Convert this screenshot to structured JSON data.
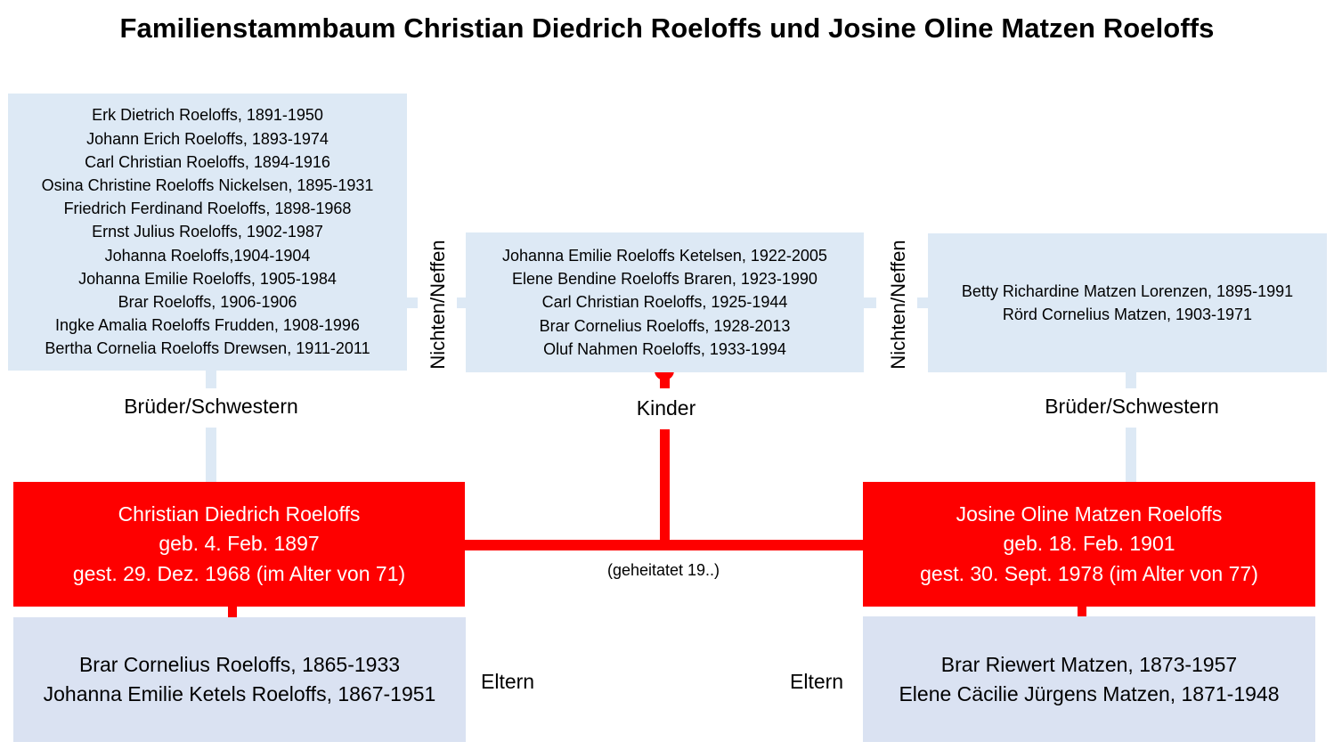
{
  "title": "Familienstammbaum Christian Diedrich Roeloffs und Josine Oline Matzen Roeloffs",
  "left_siblings": {
    "label": "Brüder/Schwestern",
    "names": [
      "Erk Dietrich Roeloffs, 1891-1950",
      "Johann Erich Roeloffs, 1893-1974",
      "Carl Christian Roeloffs, 1894-1916",
      "Osina Christine Roeloffs Nickelsen, 1895-1931",
      "Friedrich Ferdinand Roeloffs, 1898-1968",
      "Ernst Julius Roeloffs, 1902-1987",
      "Johanna Roeloffs,1904-1904",
      "Johanna Emilie Roeloffs, 1905-1984",
      "Brar Roeloffs, 1906-1906",
      "Ingke Amalia Roeloffs Frudden, 1908-1996",
      "Bertha Cornelia Roeloffs Drewsen, 1911-2011"
    ]
  },
  "children": {
    "label": "Kinder",
    "names": [
      "Johanna Emilie Roeloffs Ketelsen, 1922-2005",
      "Elene Bendine Roeloffs Braren, 1923-1990",
      "Carl Christian Roeloffs, 1925-1944",
      "Brar Cornelius Roeloffs, 1928-2013",
      "Oluf Nahmen Roeloffs, 1933-1994"
    ]
  },
  "right_siblings": {
    "label": "Brüder/Schwestern",
    "names": [
      "Betty Richardine Matzen Lorenzen, 1895-1991",
      "Rörd Cornelius Matzen, 1903-1971"
    ]
  },
  "nieces_label_left": "Nichten/Neffen",
  "nieces_label_right": "Nichten/Neffen",
  "husband": {
    "name": "Christian Diedrich Roeloffs",
    "born": "geb. 4. Feb. 1897",
    "died": "gest. 29. Dez. 1968 (im Alter von 71)"
  },
  "wife": {
    "name": "Josine Oline Matzen Roeloffs",
    "born": "geb. 18. Feb. 1901",
    "died": "gest. 30. Sept. 1978 (im Alter von 77)"
  },
  "marriage_note": "(geheitatet 19..)",
  "left_parents": {
    "label": "Eltern",
    "names": [
      "Brar Cornelius Roeloffs, 1865-1933",
      "Johanna Emilie Ketels Roeloffs, 1867-1951"
    ]
  },
  "right_parents": {
    "label": "Eltern",
    "names": [
      "Brar Riewert Matzen, 1873-1957",
      "Elene Cäcilie Jürgens Matzen, 1871-1948"
    ]
  },
  "colors": {
    "red": "#fe0000",
    "light_blue": "#dde9f5",
    "parent_blue": "#dae2f2"
  }
}
